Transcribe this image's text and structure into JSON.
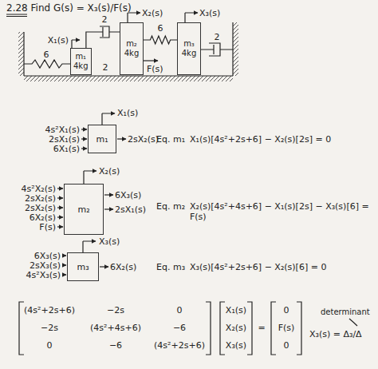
{
  "diagram": {
    "title": "2.28 Find G(s) = X₃(s)/F(s)",
    "nodes": [
      {
        "text": [
          "m₁",
          "4kg"
        ]
      },
      {
        "text": [
          "m₂",
          "4kg"
        ]
      },
      {
        "text": [
          "m₃",
          "4kg"
        ]
      },
      {
        "text": [
          "m₁"
        ]
      },
      {
        "text": [
          "m₂"
        ]
      },
      {
        "text": [
          "m₃"
        ]
      }
    ],
    "edges": [
      {
        "from": 0,
        "to": 1,
        "label": "2",
        "arrow": "none"
      },
      {
        "from": 1,
        "to": 2,
        "label": "6",
        "arrow": "none"
      }
    ],
    "labels": [
      "X₁(s)",
      "6",
      "X₂(s)",
      "X₃(s)",
      "F(s)",
      "2",
      "2",
      "X₁(s)",
      "4s²X₁(s)",
      "2sX₁(s)",
      "6X₁(s)",
      "2sX₂(s)",
      "Eq. m₁",
      "X₁(s)[4s²+2s+6] − X₂(s)[2s] = 0",
      "X₂(s)",
      "4s²X₂(s)",
      "2sX₂(s)",
      "2sX₂(s)",
      "6X₂(s)",
      "F(s)",
      "6X₃(s)",
      "2sX₁(s)",
      "Eq. m₂",
      "X₂(s)[4s²+4s+6] − X₁(s)[2s] − X₃(s)[6] = F(s)",
      "X₃(s)",
      "6X₃(s)",
      "2sX₃(s)",
      "4s²X₃(s)",
      "6X₂(s)",
      "Eq. m₃",
      "X₃(s)[4s²+2s+6] − X₂(s)[6] = 0",
      "(4s²+2s+6)",
      "−2s",
      "0",
      "−2s",
      "(4s²+4s+6)",
      "−6",
      "0",
      "−6",
      "(4s²+2s+6)",
      "X₁(s)",
      "X₂(s)",
      "X₃(s)",
      "=",
      "0",
      "F(s)",
      "0",
      "X₃(s) = Δ₃/Δ",
      "determinant"
    ]
  }
}
